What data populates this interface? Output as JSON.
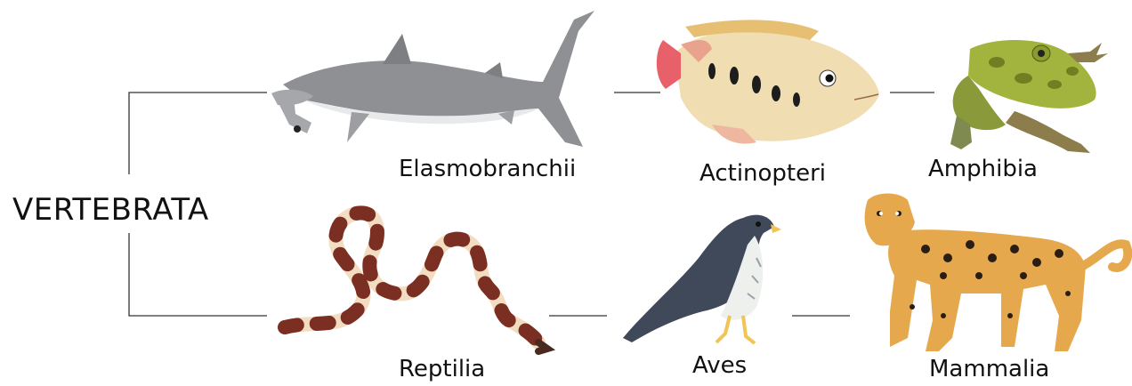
{
  "root": {
    "label": "VERTEBRATA"
  },
  "top_row": [
    {
      "label": "Elasmobranchii",
      "icon": "hammerhead-shark-icon"
    },
    {
      "label": "Actinopteri",
      "icon": "fish-icon"
    },
    {
      "label": "Amphibia",
      "icon": "frog-icon"
    }
  ],
  "bottom_row": [
    {
      "label": "Reptilia",
      "icon": "snake-icon"
    },
    {
      "label": "Aves",
      "icon": "falcon-icon"
    },
    {
      "label": "Mammalia",
      "icon": "jaguar-icon"
    }
  ]
}
